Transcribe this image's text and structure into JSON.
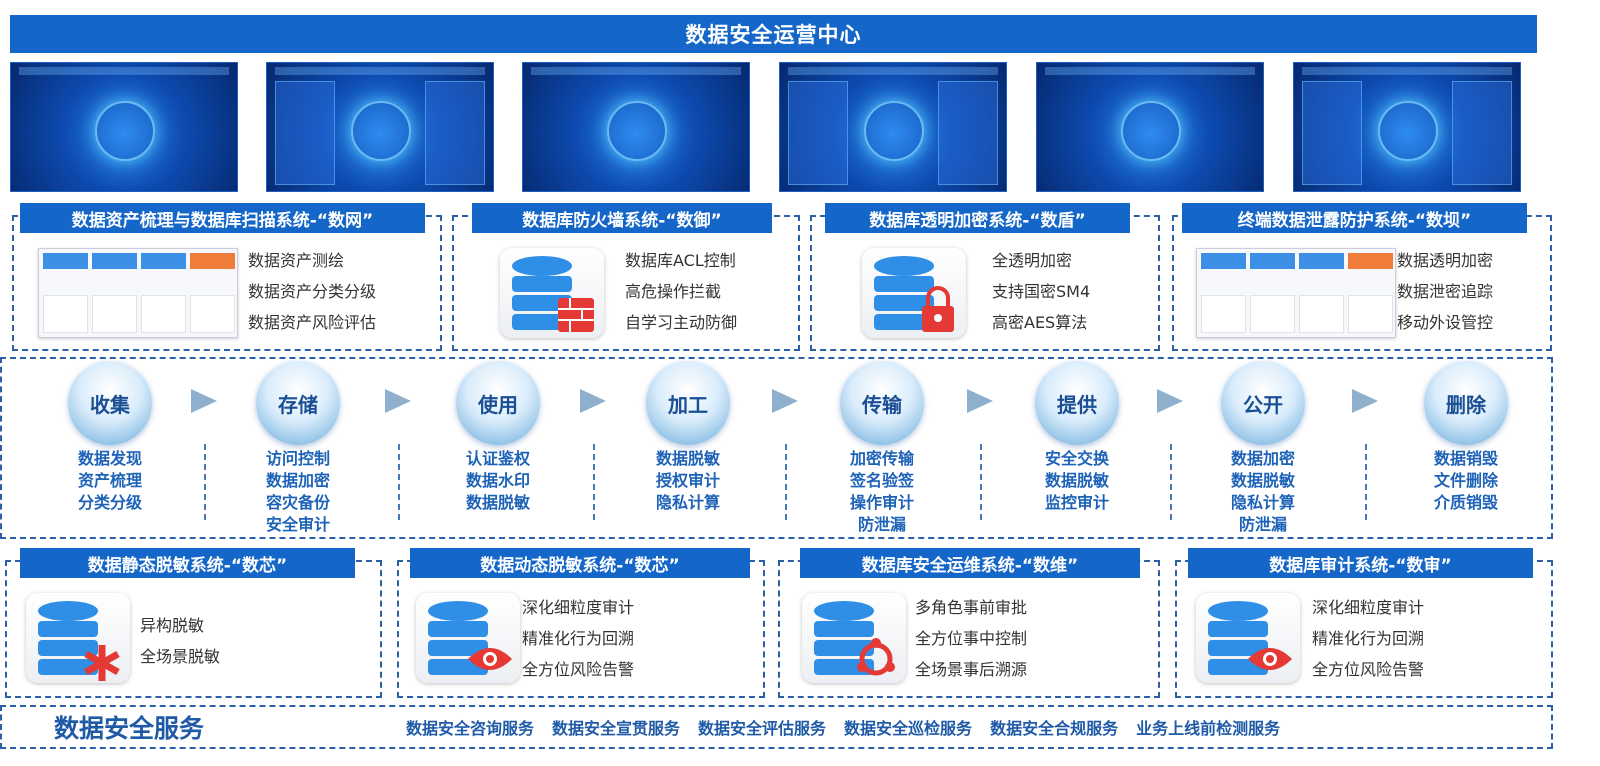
{
  "title": "数据安全运营中心",
  "screenshots": [
    "dashboard-1",
    "dashboard-2",
    "dashboard-3",
    "dashboard-4",
    "dashboard-5",
    "dashboard-6"
  ],
  "top_products": [
    {
      "title": "数据资产梳理与数据库扫描系统-“数网”",
      "features": [
        "数据资产测绘",
        "数据资产分类分级",
        "数据资产风险评估"
      ],
      "icon": "app-screenshot"
    },
    {
      "title": "数据库防火墙系统-“数御”",
      "features": [
        "数据库ACL控制",
        "高危操作拦截",
        "自学习主动防御"
      ],
      "icon": "database-firewall-icon"
    },
    {
      "title": "数据库透明加密系统-“数盾”",
      "features": [
        "全透明加密",
        "支持国密SM4",
        "高密AES算法"
      ],
      "icon": "database-lock-icon"
    },
    {
      "title": "终端数据泄露防护系统-“数坝”",
      "features": [
        "数据透明加密",
        "数据泄密追踪",
        "移动外设管控"
      ],
      "icon": "app-screenshot"
    }
  ],
  "lifecycle": [
    {
      "stage": "收集",
      "items": [
        "数据发现",
        "资产梳理",
        "分类分级"
      ]
    },
    {
      "stage": "存储",
      "items": [
        "访问控制",
        "数据加密",
        "容灾备份",
        "安全审计"
      ]
    },
    {
      "stage": "使用",
      "items": [
        "认证鉴权",
        "数据水印",
        "数据脱敏"
      ]
    },
    {
      "stage": "加工",
      "items": [
        "数据脱敏",
        "授权审计",
        "隐私计算"
      ]
    },
    {
      "stage": "传输",
      "items": [
        "加密传输",
        "签名验签",
        "操作审计",
        "防泄漏"
      ]
    },
    {
      "stage": "提供",
      "items": [
        "安全交换",
        "数据脱敏",
        "监控审计"
      ]
    },
    {
      "stage": "公开",
      "items": [
        "数据加密",
        "数据脱敏",
        "隐私计算",
        "防泄漏"
      ]
    },
    {
      "stage": "删除",
      "items": [
        "数据销毁",
        "文件删除",
        "介质销毁"
      ]
    }
  ],
  "bottom_products": [
    {
      "title": "数据静态脱敏系统-“数芯”",
      "features": [
        "异构脱敏",
        "全场景脱敏"
      ],
      "icon": "database-asterisk-icon"
    },
    {
      "title": "数据动态脱敏系统-“数芯”",
      "features": [
        "深化细粒度审计",
        "精准化行为回溯",
        "全方位风险告警"
      ],
      "icon": "database-eye-icon"
    },
    {
      "title": "数据库安全运维系统-“数维”",
      "features": [
        "多角色事前审批",
        "全方位事中控制",
        "全场景事后溯源"
      ],
      "icon": "database-share-icon"
    },
    {
      "title": "数据库审计系统-“数审”",
      "features": [
        "深化细粒度审计",
        "精准化行为回溯",
        "全方位风险告警"
      ],
      "icon": "database-eye-icon"
    }
  ],
  "services": {
    "title": "数据安全服务",
    "items": [
      "数据安全咨询服务",
      "数据安全宣贯服务",
      "数据安全评估服务",
      "数据安全巡检服务",
      "数据安全合规服务",
      "业务上线前检测服务"
    ]
  },
  "colors": {
    "primary": "#1466c9",
    "accent_red": "#e53935",
    "text_blue": "#1e63b8"
  }
}
